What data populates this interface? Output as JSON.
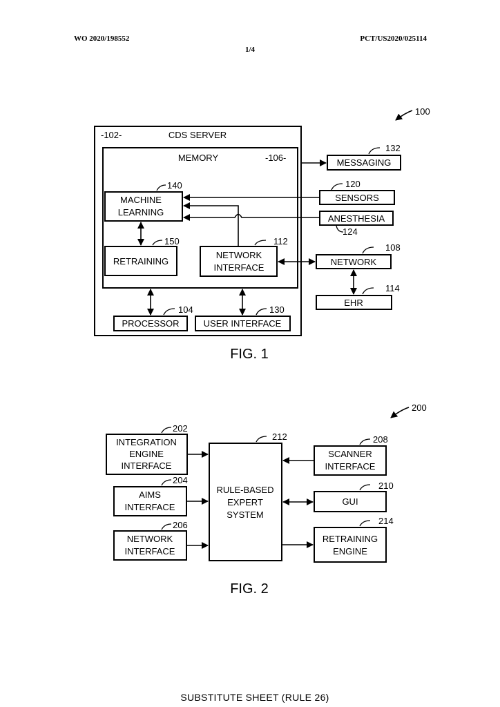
{
  "header": {
    "left": "WO 2020/198552",
    "right": "PCT/US2020/025114",
    "sheet": "1/4"
  },
  "fig1": {
    "ref": "100",
    "server": {
      "label": "CDS SERVER",
      "ref": "-102-"
    },
    "memory": {
      "label": "MEMORY",
      "ref": "-106-"
    },
    "ml": {
      "line1": "MACHINE",
      "line2": "LEARNING",
      "ref": "140"
    },
    "retraining": {
      "label": "RETRAINING",
      "ref": "150"
    },
    "netif": {
      "line1": "NETWORK",
      "line2": "INTERFACE",
      "ref": "112"
    },
    "processor": {
      "label": "PROCESSOR",
      "ref": "104"
    },
    "userif": {
      "label": "USER INTERFACE",
      "ref": "130"
    },
    "messaging": {
      "label": "MESSAGING",
      "ref": "132"
    },
    "sensors": {
      "label": "SENSORS",
      "ref": "120"
    },
    "anesthesia": {
      "label": "ANESTHESIA",
      "ref": "124"
    },
    "network": {
      "label": "NETWORK",
      "ref": "108"
    },
    "ehr": {
      "label": "EHR",
      "ref": "114"
    },
    "caption": "FIG. 1"
  },
  "fig2": {
    "ref": "200",
    "integration": {
      "line1": "INTEGRATION",
      "line2": "ENGINE",
      "line3": "INTERFACE",
      "ref": "202"
    },
    "aims": {
      "line1": "AIMS",
      "line2": "INTERFACE",
      "ref": "204"
    },
    "netif": {
      "line1": "NETWORK",
      "line2": "INTERFACE",
      "ref": "206"
    },
    "expert": {
      "line1": "RULE-BASED",
      "line2": "EXPERT",
      "line3": "SYSTEM",
      "ref": "212"
    },
    "scanner": {
      "line1": "SCANNER",
      "line2": "INTERFACE",
      "ref": "208"
    },
    "gui": {
      "label": "GUI",
      "ref": "210"
    },
    "retraining": {
      "line1": "RETRAINING",
      "line2": "ENGINE",
      "ref": "214"
    },
    "caption": "FIG. 2"
  },
  "footer": "SUBSTITUTE SHEET (RULE 26)"
}
